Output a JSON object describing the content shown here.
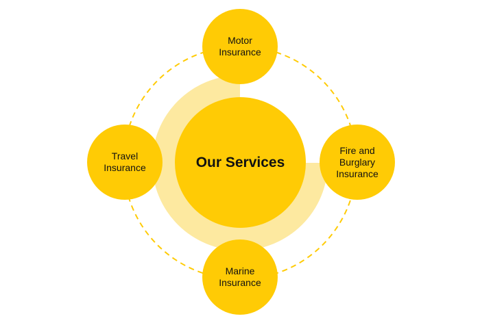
{
  "colors": {
    "primary": "#FFCB05",
    "ring": "#FDE9A0",
    "dash": "#FFCB05",
    "text": "#111111"
  },
  "center": {
    "label": "Our Services"
  },
  "services": [
    {
      "label": "Motor\nInsurance"
    },
    {
      "label": "Fire and\nBurglary\nInsurance"
    },
    {
      "label": "Marine\nInsurance"
    },
    {
      "label": "Travel\nInsurance"
    }
  ]
}
